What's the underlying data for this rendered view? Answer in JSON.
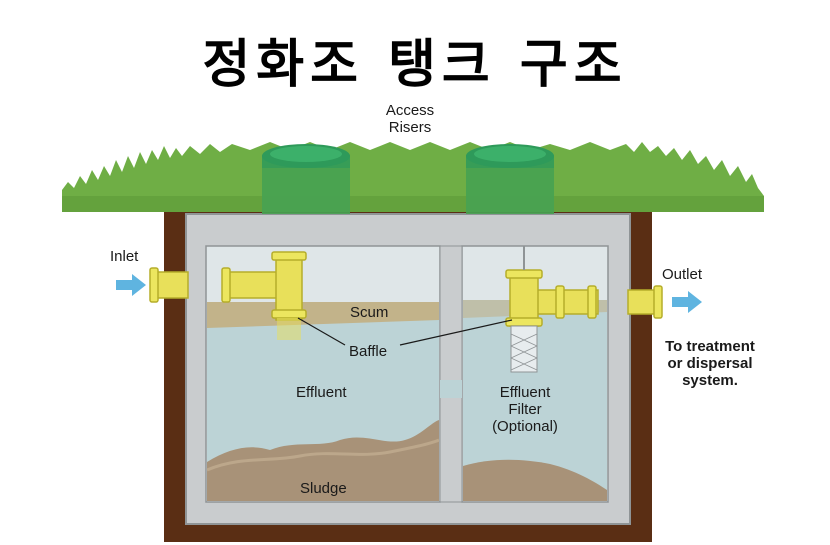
{
  "title": "정화조 탱크 구조",
  "labels": {
    "access_risers_1": "Access",
    "access_risers_2": "Risers",
    "inlet": "Inlet",
    "outlet": "Outlet",
    "scum": "Scum",
    "baffle": "Baffle",
    "effluent": "Effluent",
    "effluent_filter_1": "Effluent",
    "effluent_filter_2": "Filter",
    "effluent_filter_3": "(Optional)",
    "sludge": "Sludge",
    "treatment_1": "To treatment",
    "treatment_2": "or dispersal",
    "treatment_3": "system."
  },
  "colors": {
    "grass": "#6fae45",
    "soil": "#5a2e14",
    "concrete": "#c9ccce",
    "effluent": "#bcd3d6",
    "scum": "#c2b38a",
    "sludge": "#a89278",
    "pipe": "#e8e05a",
    "riser": "#2e9a5a",
    "arrow": "#5fb4e0"
  }
}
